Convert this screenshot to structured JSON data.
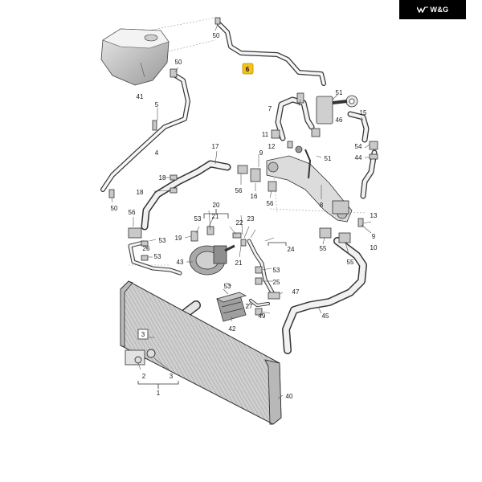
{
  "brand": {
    "name": "W&G",
    "logo_icon": "wg-logo-icon"
  },
  "callouts": [
    {
      "id": "c50a",
      "text": "50"
    },
    {
      "id": "c6",
      "text": "6",
      "highlighted": true
    },
    {
      "id": "c50b",
      "text": "50"
    },
    {
      "id": "c41",
      "text": "41"
    },
    {
      "id": "c5",
      "text": "5"
    },
    {
      "id": "c4",
      "text": "4"
    },
    {
      "id": "c50c",
      "text": "50"
    },
    {
      "id": "c51a",
      "text": "51"
    },
    {
      "id": "c46",
      "text": "46"
    },
    {
      "id": "c7",
      "text": "7"
    },
    {
      "id": "c15",
      "text": "15"
    },
    {
      "id": "c11",
      "text": "11"
    },
    {
      "id": "c12",
      "text": "12"
    },
    {
      "id": "c54",
      "text": "54"
    },
    {
      "id": "c44",
      "text": "44"
    },
    {
      "id": "c9",
      "text": "9"
    },
    {
      "id": "c51b",
      "text": "51"
    },
    {
      "id": "c17",
      "text": "17"
    },
    {
      "id": "c18",
      "text": "18"
    },
    {
      "id": "c18b",
      "text": "18"
    },
    {
      "id": "c56a",
      "text": "56"
    },
    {
      "id": "c16",
      "text": "16"
    },
    {
      "id": "c56b",
      "text": "56"
    },
    {
      "id": "c8",
      "text": "8"
    },
    {
      "id": "c56c",
      "text": "56"
    },
    {
      "id": "c20",
      "text": "20"
    },
    {
      "id": "c53a",
      "text": "53"
    },
    {
      "id": "c21a",
      "text": "21"
    },
    {
      "id": "c22",
      "text": "22"
    },
    {
      "id": "c23",
      "text": "23"
    },
    {
      "id": "c19",
      "text": "19"
    },
    {
      "id": "c13",
      "text": "13"
    },
    {
      "id": "c9b",
      "text": "9"
    },
    {
      "id": "c10",
      "text": "10"
    },
    {
      "id": "c53b",
      "text": "53"
    },
    {
      "id": "c26",
      "text": "26"
    },
    {
      "id": "c53c",
      "text": "53"
    },
    {
      "id": "c43",
      "text": "43"
    },
    {
      "id": "c21b",
      "text": "21"
    },
    {
      "id": "c24",
      "text": "24"
    },
    {
      "id": "c55a",
      "text": "55"
    },
    {
      "id": "c55b",
      "text": "55"
    },
    {
      "id": "c53d",
      "text": "53"
    },
    {
      "id": "c25",
      "text": "25"
    },
    {
      "id": "c53e",
      "text": "53"
    },
    {
      "id": "c47",
      "text": "47"
    },
    {
      "id": "c27",
      "text": "27"
    },
    {
      "id": "c42",
      "text": "42"
    },
    {
      "id": "c49",
      "text": "49"
    },
    {
      "id": "c45",
      "text": "45"
    },
    {
      "id": "c3a",
      "text": "3"
    },
    {
      "id": "c2",
      "text": "2"
    },
    {
      "id": "c3b",
      "text": "3"
    },
    {
      "id": "c1",
      "text": "1"
    },
    {
      "id": "c40",
      "text": "40"
    }
  ]
}
